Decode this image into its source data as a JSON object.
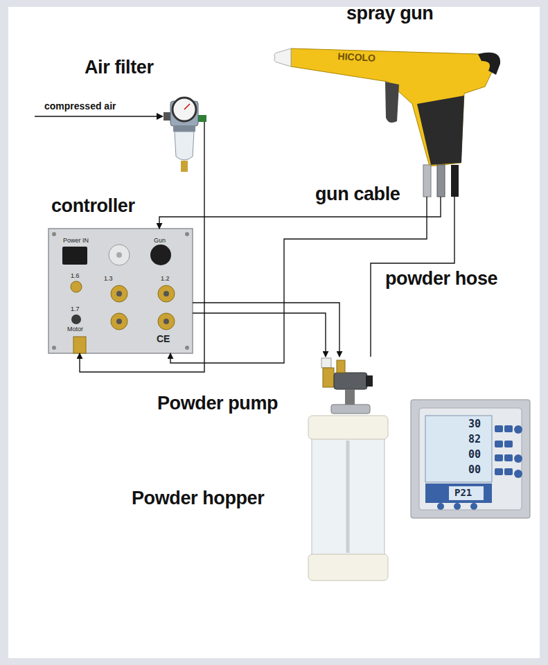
{
  "diagram": {
    "nodes": [
      {
        "text": [
          "Air filter"
        ]
      },
      {
        "text": [
          "spray gun"
        ]
      },
      {
        "text": [
          "controller"
        ]
      },
      {
        "text": [
          "Powder pump"
        ]
      },
      {
        "text": [
          "Powder hopper"
        ]
      }
    ],
    "edges": [
      {
        "from": 0,
        "to": 2,
        "arrow": "to"
      },
      {
        "from": 1,
        "to": 2,
        "label": "gun cable",
        "arrow": "to"
      },
      {
        "from": 1,
        "to": 2,
        "arrow": "to"
      },
      {
        "from": 1,
        "to": 3,
        "label": "powder hose",
        "arrow": "none"
      },
      {
        "from": 2,
        "to": 3,
        "arrow": "to"
      },
      {
        "from": 2,
        "to": 3,
        "arrow": "to"
      }
    ],
    "labels": [
      "compressed air",
      "HICOLO",
      "Power IN",
      "Gun",
      "1.6",
      "1.3",
      "1.2",
      "1.7",
      "Motor",
      "CE",
      "30",
      "82",
      "00",
      "00",
      "P21"
    ]
  }
}
